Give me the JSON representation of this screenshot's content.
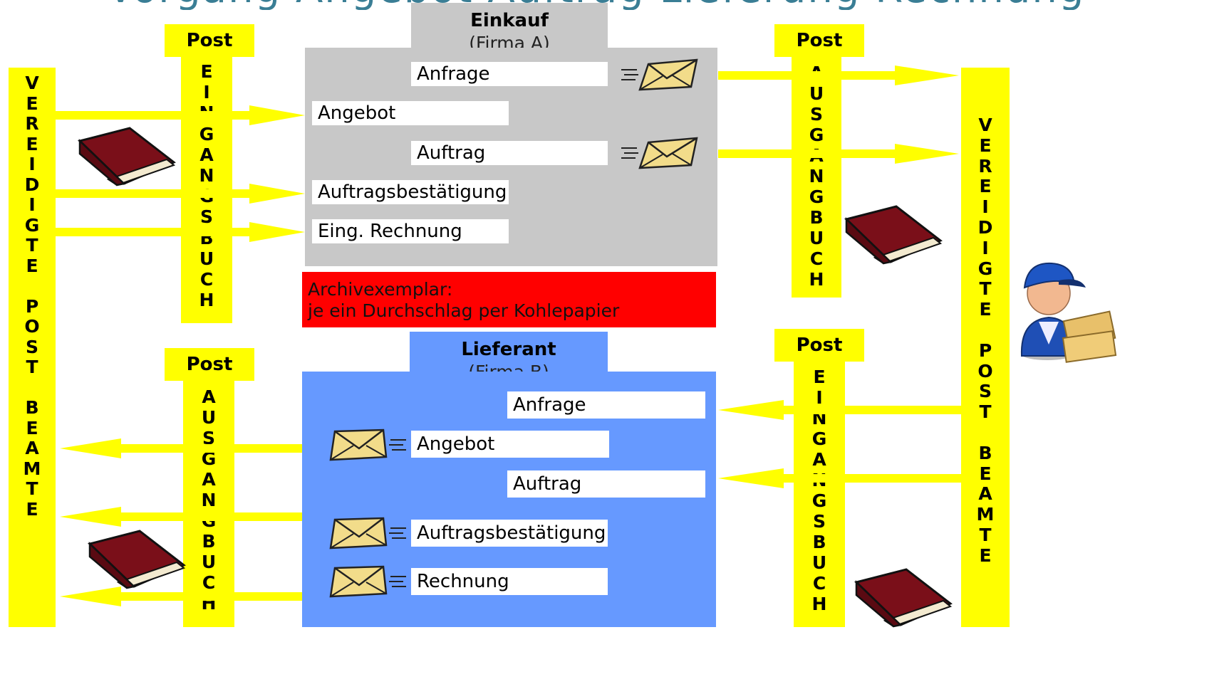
{
  "title_fragment": "Vorgang Angebot Auftrag Lieferung Rechnung",
  "post_label": "Post",
  "left_courier": {
    "letters": [
      "V",
      "E",
      "R",
      "E",
      "I",
      "D",
      "I",
      "G",
      "T",
      "E",
      "",
      "P",
      "O",
      "S",
      "T",
      "",
      "B",
      "E",
      "A",
      "M",
      "T",
      "E"
    ]
  },
  "right_courier": {
    "letters": [
      "V",
      "E",
      "R",
      "E",
      "I",
      "D",
      "I",
      "G",
      "T",
      "E",
      "",
      "P",
      "O",
      "S",
      "T",
      "",
      "B",
      "E",
      "A",
      "M",
      "T",
      "E"
    ]
  },
  "inbox_letters": [
    "E",
    "I",
    "N",
    "G",
    "A",
    "N",
    "G",
    "S",
    "B",
    "U",
    "C",
    "H"
  ],
  "outbox_letters": [
    "A",
    "U",
    "S",
    "G",
    "A",
    "N",
    "G",
    "B",
    "U",
    "C",
    "H"
  ],
  "einkauf": {
    "title": "Einkauf",
    "subtitle": "(Firma A)",
    "docs": [
      "Anfrage",
      "Angebot",
      "Auftrag",
      "Auftragsbestätigung",
      "Eing. Rechnung"
    ]
  },
  "archive": {
    "line1": "Archivexemplar:",
    "line2": "je ein Durchschlag per Kohlepapier"
  },
  "lieferant": {
    "title": "Lieferant",
    "subtitle": "(Firma B)",
    "docs": [
      "Anfrage",
      "Angebot",
      "Auftrag",
      "Auftragsbestätigung",
      "Rechnung"
    ]
  },
  "colors": {
    "yellow": "#ffff00",
    "einkauf_panel": "#c8c8c8",
    "lieferant_panel": "#6699ff",
    "archive": "#ff0000",
    "title": "#3a7e95"
  },
  "icons": [
    "book-icon",
    "envelope-icon",
    "postman-icon"
  ]
}
